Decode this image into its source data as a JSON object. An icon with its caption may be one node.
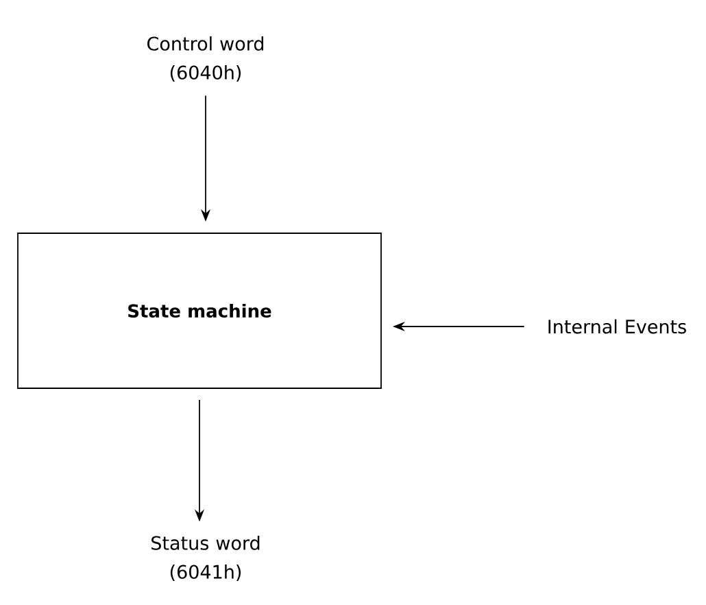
{
  "diagram": {
    "nodes": [
      {
        "text": [
          "Control word (6040h)"
        ]
      },
      {
        "text": [
          "State machine"
        ]
      },
      {
        "text": [
          "Internal Events"
        ]
      },
      {
        "text": [
          "Status word (6041h)"
        ]
      }
    ],
    "edges": [
      {
        "from": 0,
        "to": 1,
        "arrow": "to"
      },
      {
        "from": 2,
        "to": 1,
        "arrow": "to"
      },
      {
        "from": 1,
        "to": 3,
        "arrow": "to"
      }
    ]
  }
}
